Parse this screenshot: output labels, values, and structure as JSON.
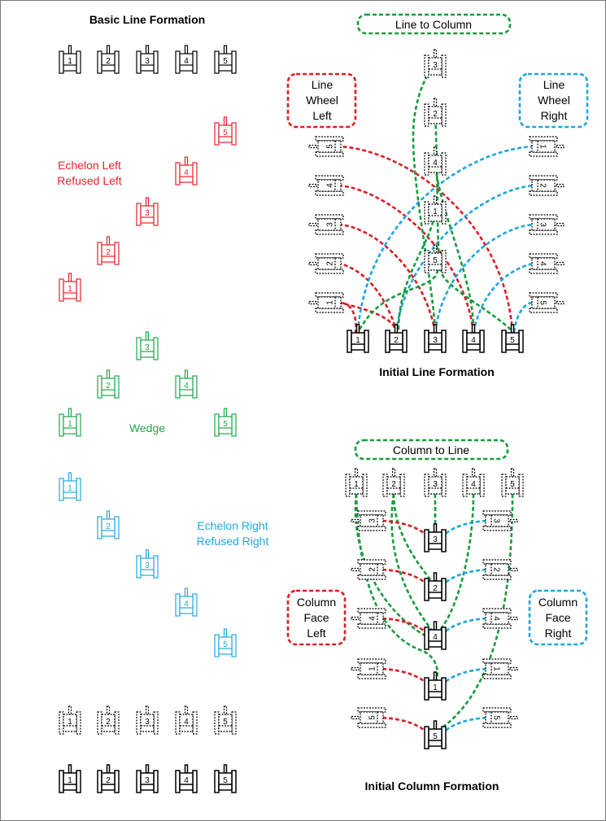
{
  "labels": {
    "basic_line": "Basic Line Formation",
    "echelon_left": [
      "Echelon Left",
      "Refused Left"
    ],
    "wedge": "Wedge",
    "echelon_right": [
      "Echelon Right",
      "Refused Right"
    ],
    "line_to_column": "Line to Column",
    "line_wheel_left": [
      "Line",
      "Wheel",
      "Left"
    ],
    "line_wheel_right": [
      "Line",
      "Wheel",
      "Right"
    ],
    "initial_line": "Initial Line Formation",
    "column_to_line": "Column to Line",
    "column_face_left": [
      "Column",
      "Face",
      "Left"
    ],
    "column_face_right": [
      "Column",
      "Face",
      "Right"
    ],
    "initial_column": "Initial Column Formation"
  },
  "tank_numbers": [
    "1",
    "2",
    "3",
    "4",
    "5"
  ],
  "colors": {
    "black": "#000000",
    "red": "#e8202a",
    "green": "#1fa84a",
    "blue": "#21a9e1",
    "red_path": "#dd1c24",
    "green_path": "#169b3c",
    "blue_path": "#1ca6df"
  }
}
